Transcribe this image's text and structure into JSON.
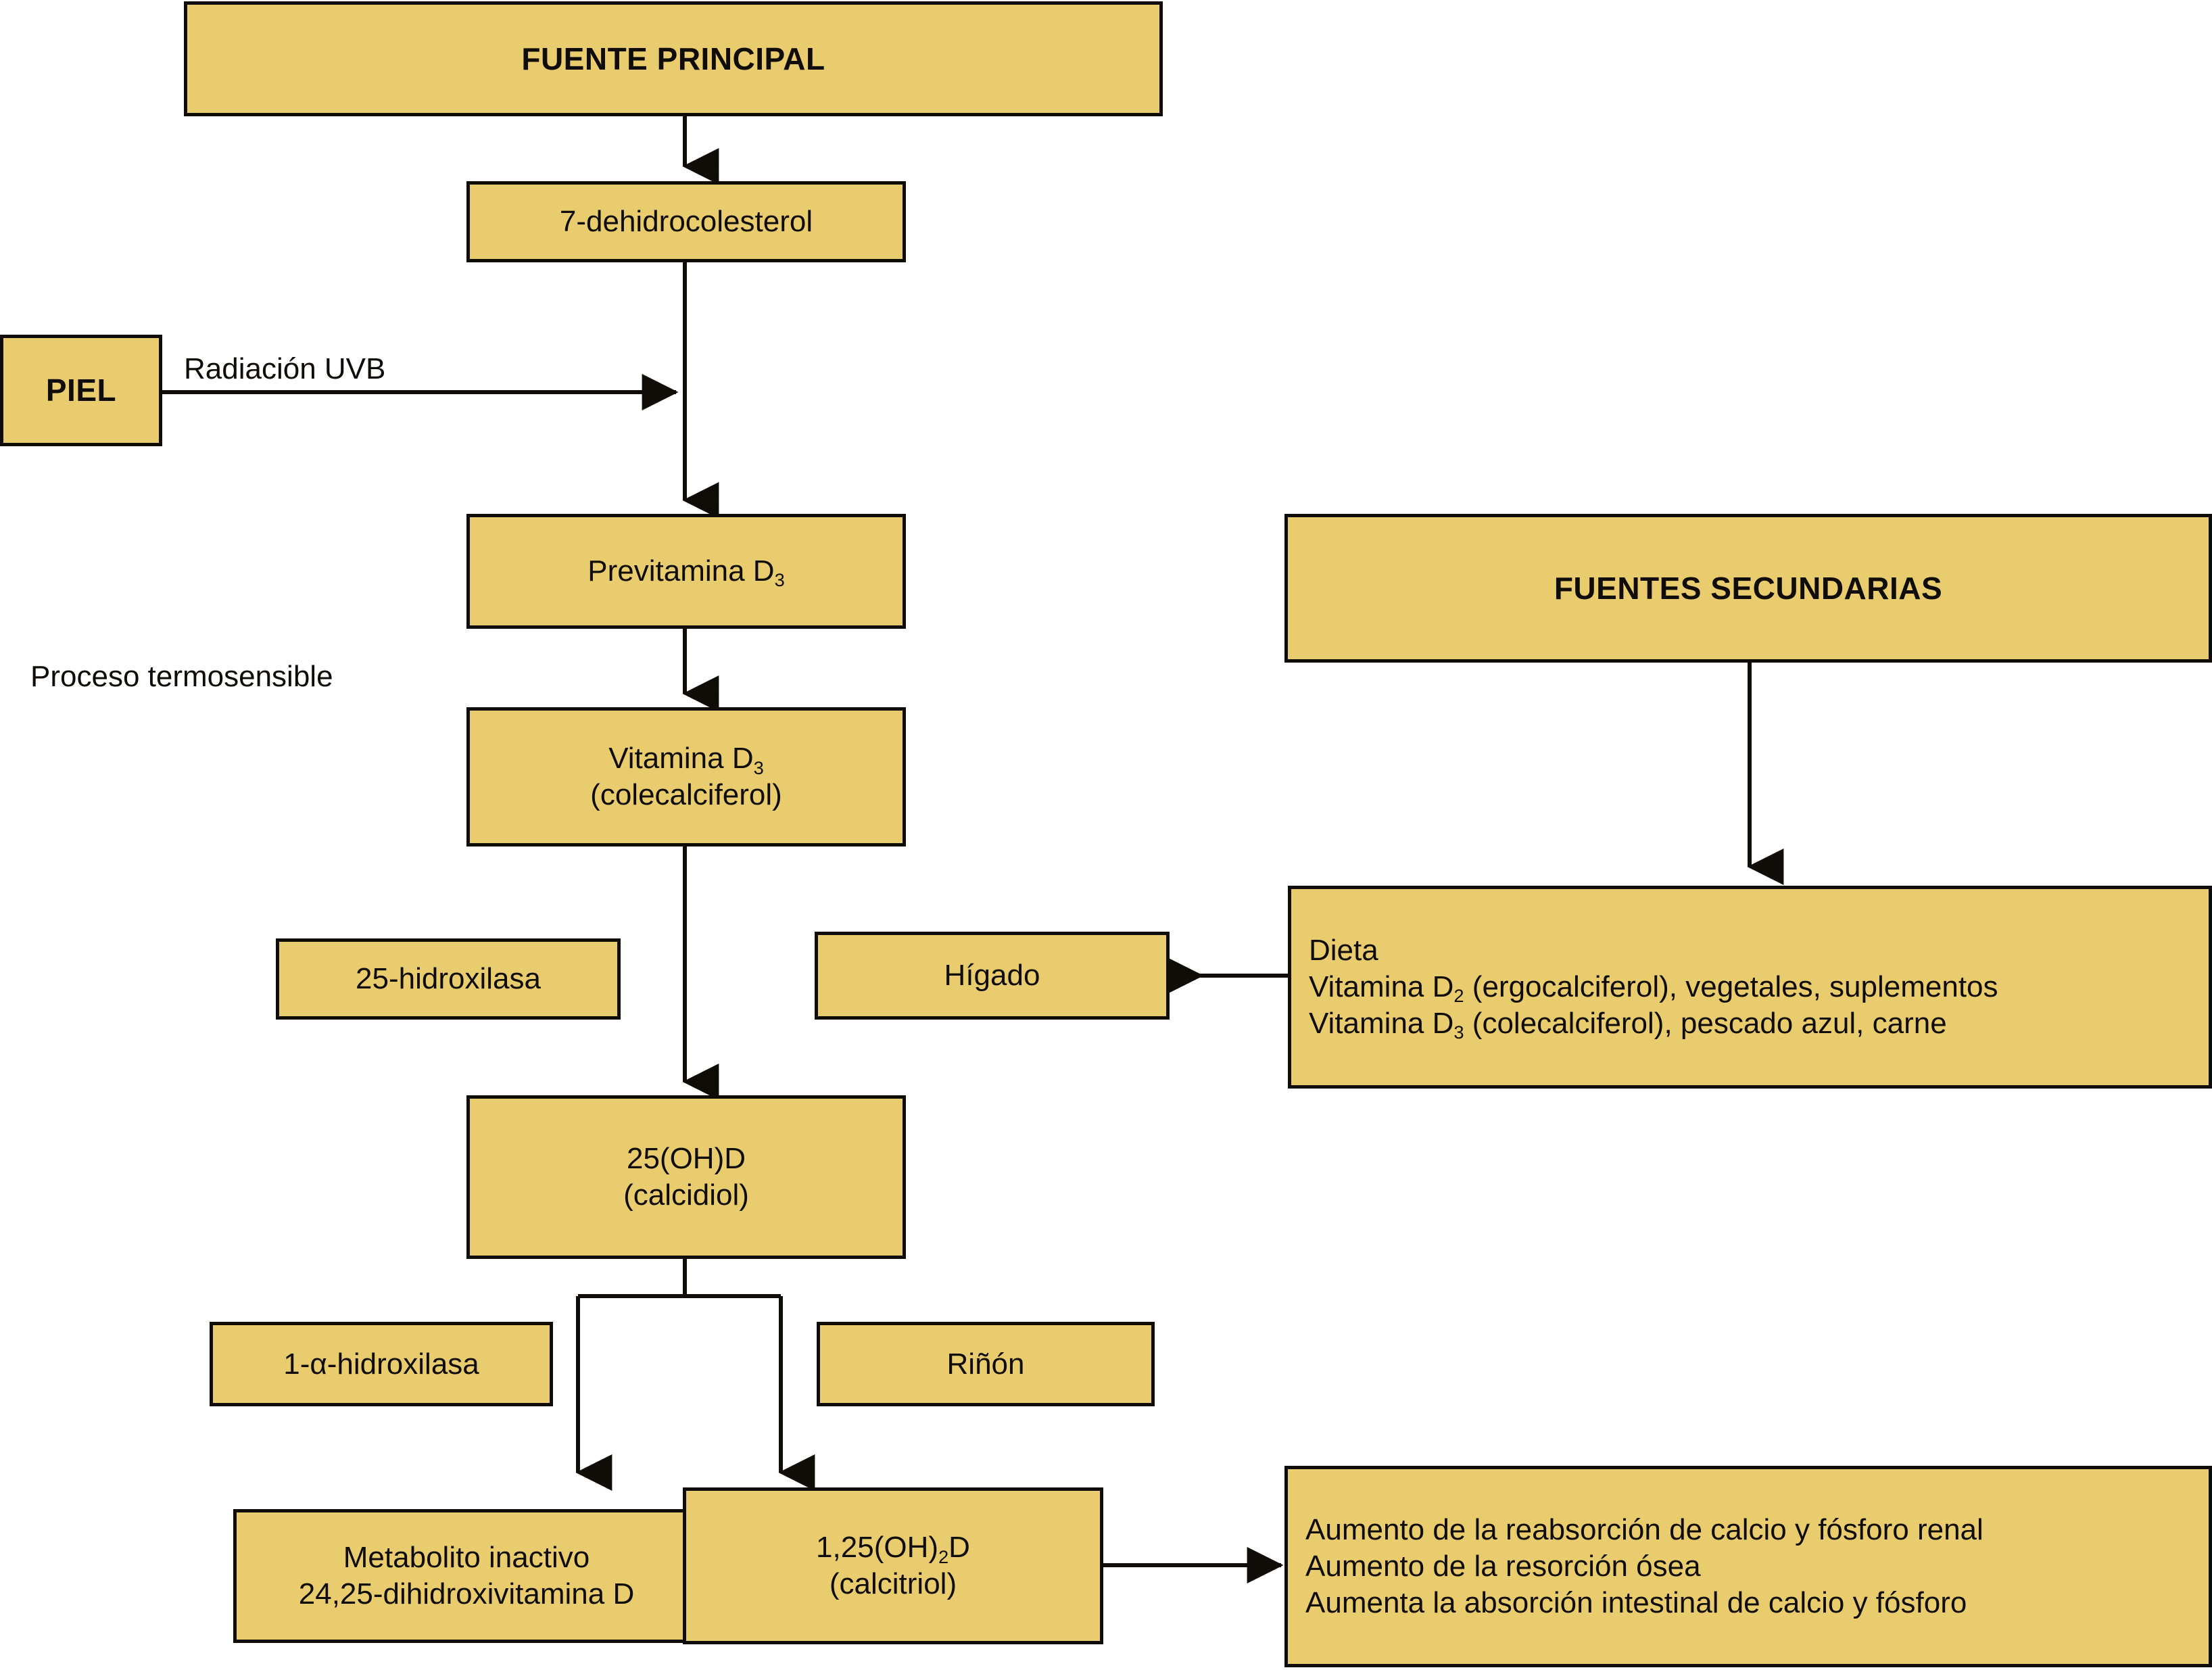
{
  "diagram": {
    "title_main_source": "FUENTE PRINCIPAL",
    "title_secondary_sources": "FUENTES SECUNDARIAS",
    "nodes": {
      "main_source": "FUENTE PRINCIPAL",
      "dehydrocholesterol": "7-dehidrocolesterol",
      "skin": "PIEL",
      "previtamin_line1": "Previtamina D",
      "previtamin_sub": "3",
      "vitamin_d3_line1": "Vitamina D",
      "vitamin_d3_sub": "3",
      "vitamin_d3_line2": "(colecalciferol)",
      "hydroxylase_25": "25-hidroxilasa",
      "liver": "Hígado",
      "calcidiol_line1_a": "25",
      "calcidiol_line1_b": "(OH)",
      "calcidiol_line1_c": "D",
      "calcidiol_line2": "(calcidiol)",
      "alpha_hydroxylase_pre": "1-",
      "alpha_hydroxylase_alpha": "α",
      "alpha_hydroxylase_post": "-hidroxilasa",
      "kidney": "Riñón",
      "inactive_metabolite_line1": "Metabolito inactivo",
      "inactive_metabolite_line2": "24,25-dihidroxivitamina D",
      "calcitriol_line1_a": "1,25",
      "calcitriol_line1_b": "(OH)",
      "calcitriol_line1_sub": "2",
      "calcitriol_line1_c": "D",
      "calcitriol_line2": "(calcitriol)",
      "secondary_sources": "FUENTES SECUNDARIAS",
      "diet_line1": "Dieta",
      "diet_line2_a": "Vitamina D",
      "diet_line2_sub": "2",
      "diet_line2_b": " (ergocalciferol), vegetales, suplementos",
      "diet_line3_a": "Vitamina D",
      "diet_line3_sub": "3",
      "diet_line3_b": " (colecalciferol), pescado azul, carne",
      "effects_line1": "Aumento de la reabsorción de calcio y fósforo renal",
      "effects_line2": "Aumento de la resorción ósea",
      "effects_line3": "Aumenta la absorción intestinal de calcio y fósforo"
    },
    "edge_labels": {
      "uvb_radiation": "Radiación UVB",
      "thermosensitive_process": "Proceso termosensible"
    },
    "colors": {
      "box_fill": "#e8cc6e",
      "box_border": "#100d08",
      "text": "#100d08",
      "background": "#ffffff"
    }
  }
}
